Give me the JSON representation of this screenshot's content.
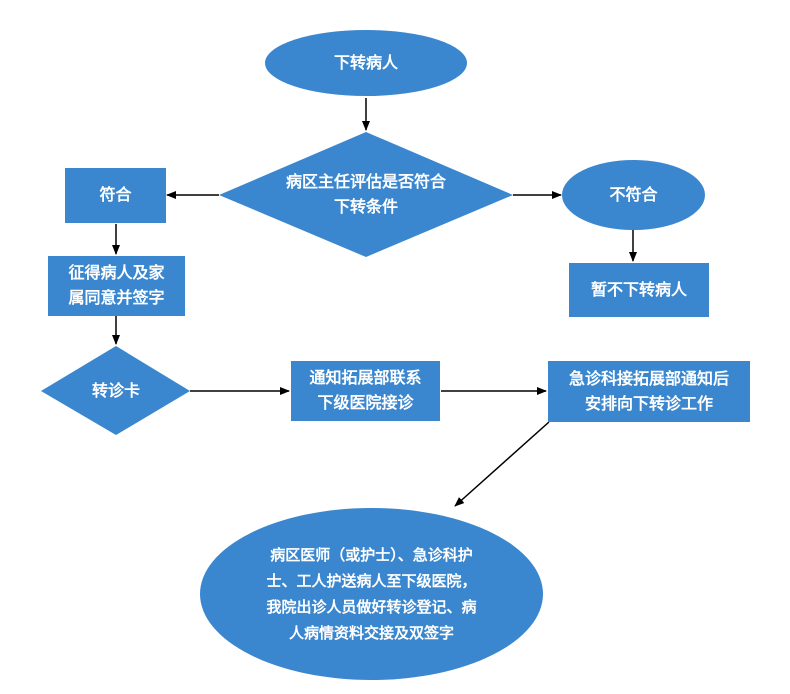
{
  "nodes": {
    "start": "下转病人",
    "decision": "病区主任评估是否符合\n下转条件",
    "meets": "符合",
    "not_meets": "不符合",
    "pause": "暂不下转病人",
    "consent": "征得病人及家\n属同意并签字",
    "referral_card": "转诊卡",
    "notify": "通知拓展部联系\n下级医院接诊",
    "emergency": "急诊科接拓展部通知后\n安排向下转诊工作",
    "final": "病区医师（或护士）、急诊科护\n士、工人护送病人至下级医院，\n我院出诊人员做好转诊登记、病\n人病情资料交接及双签字"
  },
  "colors": {
    "fill": "#3a87cf",
    "arrow": "#000000",
    "text": "#ffffff"
  }
}
